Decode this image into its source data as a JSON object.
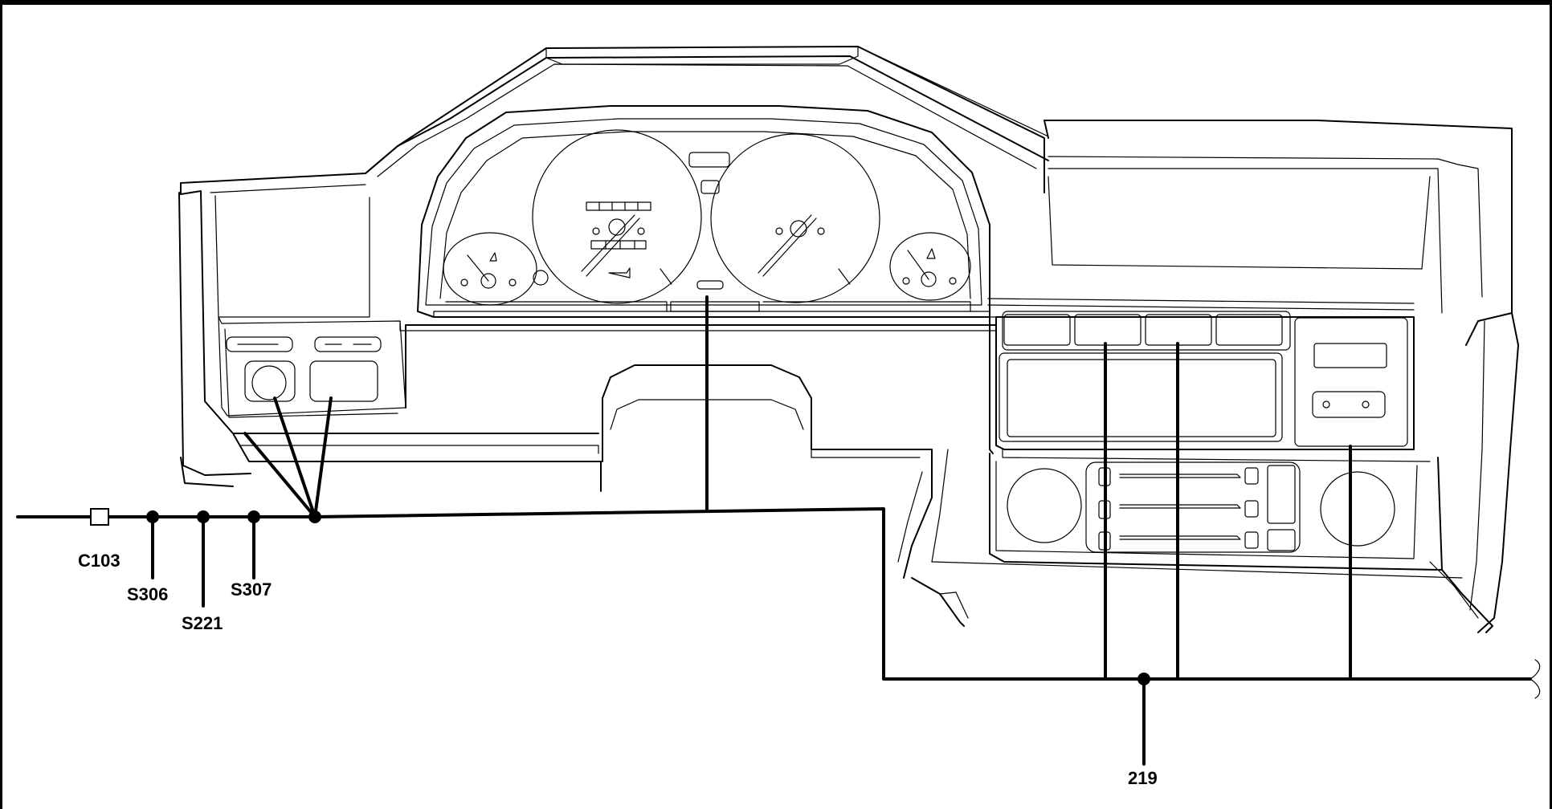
{
  "diagram": {
    "connector_label": "C103",
    "splice_labels": [
      "S306",
      "S221",
      "S307"
    ],
    "ground_label": "219",
    "colors": {
      "ink": "#000000",
      "paper": "#ffffff"
    }
  }
}
